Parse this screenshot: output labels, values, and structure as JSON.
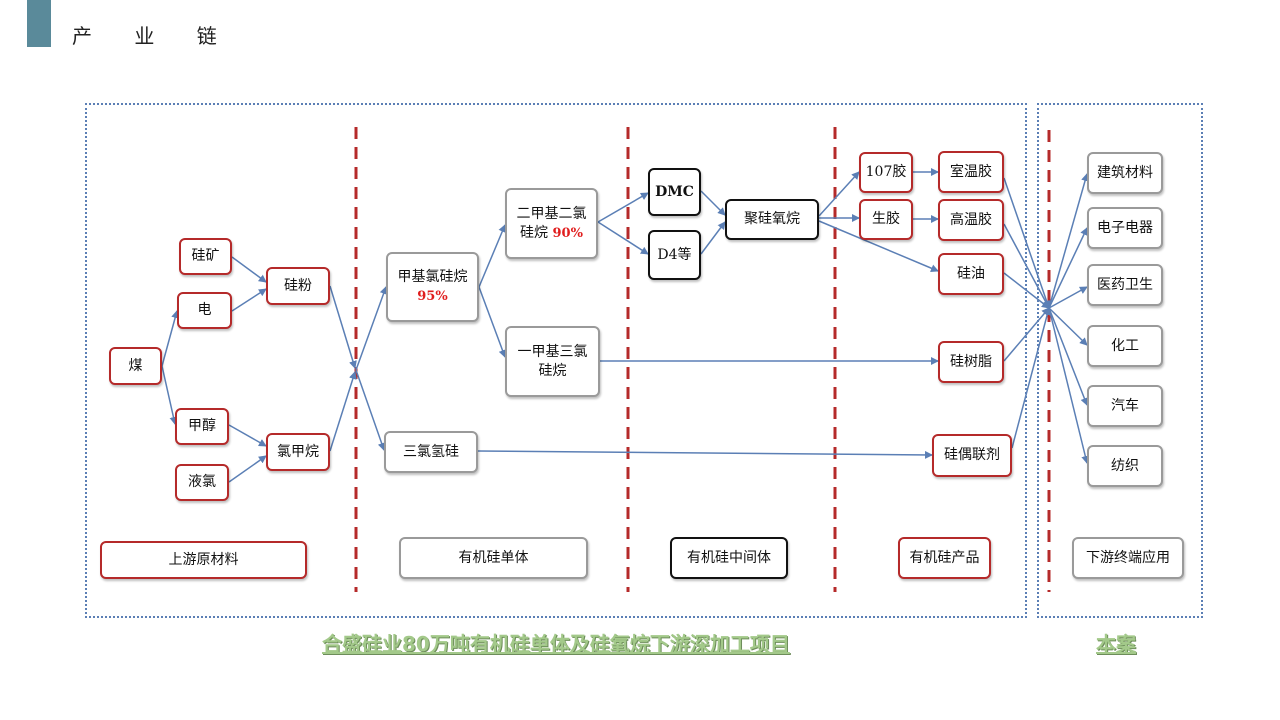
{
  "header": {
    "title": "产 业 链"
  },
  "colors": {
    "accent": "#5a8a9a",
    "node_red": "#b52a2a",
    "divider": "#b52a2a",
    "arrow": "#5b7fb5",
    "caption": "#a3c98a"
  },
  "upstream": {
    "coal": "煤",
    "silicon_ore": "硅矿",
    "electricity": "电",
    "methanol": "甲醇",
    "liquid_chlorine": "液氯",
    "silicon_powder": "硅粉",
    "chloromethane": "氯甲烷"
  },
  "monomer": {
    "methylchlorosilane": {
      "name": "甲基氯硅烷",
      "pct": "95%"
    },
    "dimethyldichlorosilane": {
      "line1": "二甲基二氯",
      "line2": "硅烷",
      "pct": "90%"
    },
    "methyltrichlorosilane": {
      "line1": "一甲基三氯",
      "line2": "硅烷"
    },
    "trichlorosilane": "三氯氢硅"
  },
  "intermediate": {
    "dmc": "DMC",
    "d4": "D4等",
    "polysiloxane": "聚硅氧烷"
  },
  "products": {
    "g107": "107胶",
    "raw_rubber": "生胶",
    "rtv": "室温胶",
    "htv": "高温胶",
    "silicone_oil": "硅油",
    "silicone_resin": "硅树脂",
    "coupling_agent": "硅偶联剂"
  },
  "downstream": [
    "建筑材料",
    "电子电器",
    "医药卫生",
    "化工",
    "汽车",
    "纺织"
  ],
  "stages": {
    "upstream": "上游原材料",
    "monomer": "有机硅单体",
    "intermediate": "有机硅中间体",
    "product": "有机硅产品",
    "downstream": "下游终端应用"
  },
  "captions": {
    "project": "合盛硅业80万吨有机硅单体及硅氧烷下游深加工项目",
    "case": "本案"
  }
}
